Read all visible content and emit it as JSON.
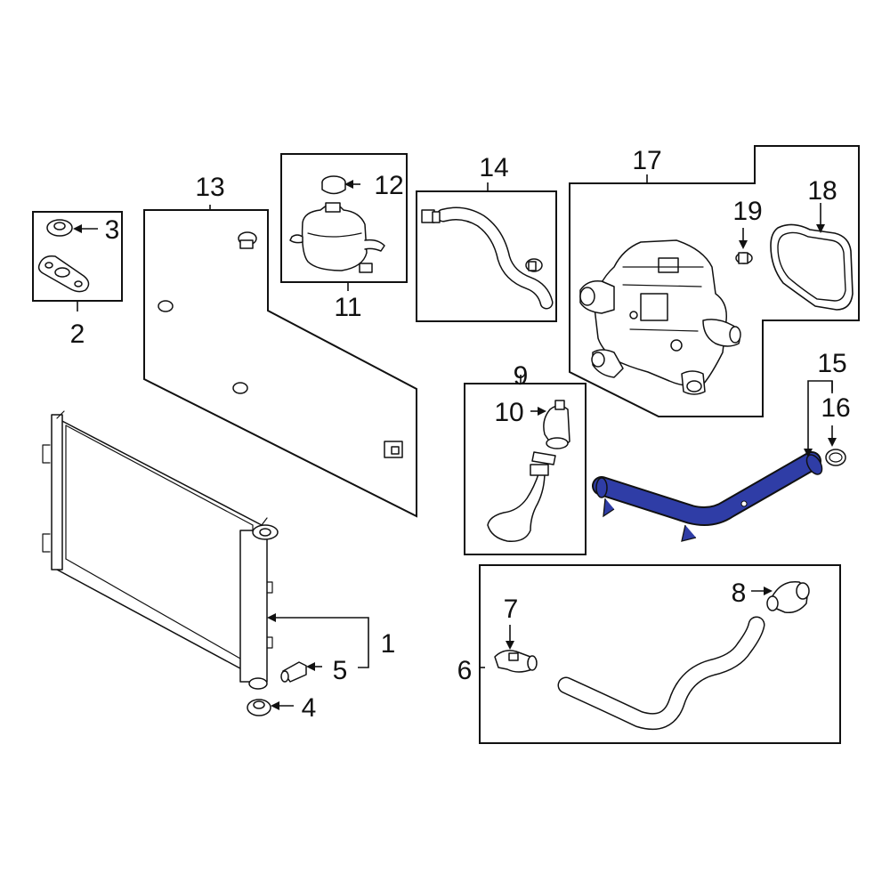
{
  "callouts": {
    "c1": "1",
    "c2": "2",
    "c3": "3",
    "c4": "4",
    "c5": "5",
    "c6": "6",
    "c7": "7",
    "c8": "8",
    "c9": "9",
    "c10": "10",
    "c11": "11",
    "c12": "12",
    "c13": "13",
    "c14": "14",
    "c15": "15",
    "c16": "16",
    "c17": "17",
    "c18": "18",
    "c19": "19"
  },
  "colors": {
    "highlight_part": "#2f3da6",
    "line": "#111111",
    "background": "#ffffff"
  }
}
